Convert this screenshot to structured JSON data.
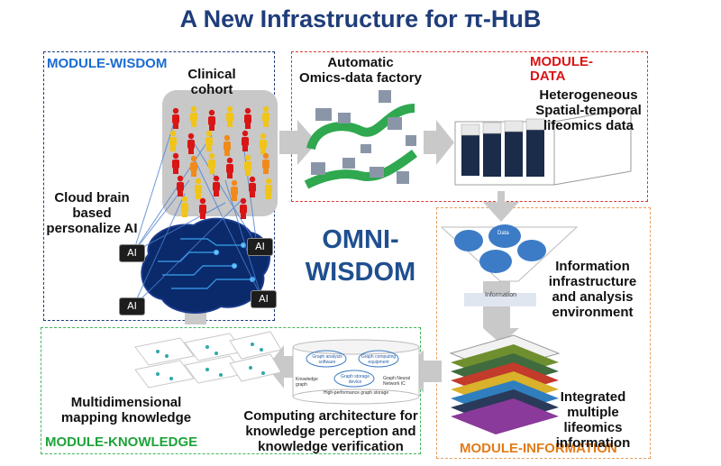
{
  "title": "A New Infrastructure for π-HuB",
  "center_label_line1": "OMNI-",
  "center_label_line2": "WISDOM",
  "modules": {
    "wisdom": {
      "label": "MODULE-WISDOM",
      "color": "#1a6bd1",
      "border": "#1f3d7a"
    },
    "data": {
      "label_line1": "MODULE-",
      "label_line2": "DATA",
      "color": "#d91515",
      "border": "#d63a3a"
    },
    "information": {
      "label": "MODULE-INFORMATION",
      "color": "#e07b18",
      "border": "#e8a060"
    },
    "knowledge": {
      "label": "MODULE-KNOWLEDGE",
      "color": "#1ea33a",
      "border": "#3fb55a"
    }
  },
  "labels": {
    "clinical_cohort_line1": "Clinical",
    "clinical_cohort_line2": "cohort",
    "cloud_brain_line1": "Cloud brain",
    "cloud_brain_line2": "based",
    "cloud_brain_line3": "personalize AI",
    "omics_factory_line1": "Automatic",
    "omics_factory_line2": "Omics-data factory",
    "hetero_line1": "Heterogeneous",
    "hetero_line2": "Spatial-temporal",
    "hetero_line3": "lifeomics data",
    "info_infra_line1": "Information",
    "info_infra_line2": "infrastructure",
    "info_infra_line3": "and analysis",
    "info_infra_line4": "environment",
    "integrated_line1": "Integrated",
    "integrated_line2": "multiple lifeomics",
    "integrated_line3": "information",
    "computing_line1": "Computing architecture for",
    "computing_line2": "knowledge perception and",
    "computing_line3": "knowledge verification",
    "multidim_line1": "Multidimensional",
    "multidim_line2": "mapping knowledge"
  },
  "ai_chip_text": "AI",
  "funnel_labels": [
    "Data",
    "Information"
  ],
  "graph_storage": {
    "items": [
      "Graph analysis software",
      "Graph computing equipment",
      "Graph storage device",
      "Knowledge graph",
      "Graph Neural Network IC"
    ],
    "caption": "High-performance graph storage"
  },
  "people_colors": [
    "#d91515",
    "#f0c419",
    "#f08a1a"
  ]
}
